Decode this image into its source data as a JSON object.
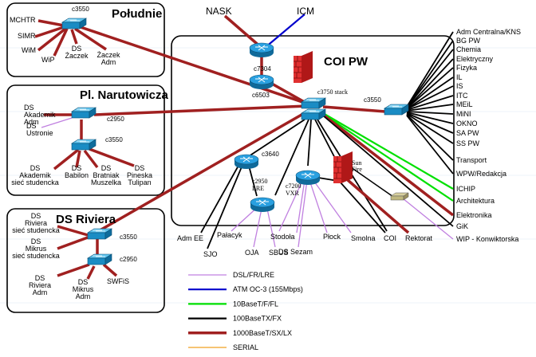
{
  "colors": {
    "dsl": "#c080e0",
    "atm": "#0000cc",
    "eth10": "#00e000",
    "eth100": "#000000",
    "gig": "#a02020",
    "serial": "#f0a020",
    "router_fill": "#1e90c8",
    "switch_fill": "#18a0d8",
    "firewall": "#d02020"
  },
  "regions": {
    "poludnie": "Południe",
    "narutowicza": "Pl. Narutowicza",
    "riviera": "DS Riviera",
    "coi": "COI PW"
  },
  "external": {
    "nask": "NASK",
    "icm": "ICM"
  },
  "devices": {
    "poludnie_switch": "c3550",
    "c7304": "c7304",
    "c6503": "c6503",
    "c3750": "c3750 stack",
    "c3550_right": "c3550",
    "narut_c2950": "c2950",
    "narut_c3550": "c3550",
    "c3640": "c3640",
    "c2950_lre": "c2950\nLRE",
    "c7200": "c7200\nVXR",
    "sunfire": "Sun\nFire",
    "riviera_c3550": "c3550",
    "riviera_c2950": "c2950"
  },
  "poludnie_leaves": [
    "MCHTR",
    "SIMR",
    "WiM",
    "WiP",
    "DS\nŻaczek",
    "Żaczek\nAdm"
  ],
  "narut_leaves": [
    "DS\nAkademik\nAdm",
    "DS\nUstronie",
    "DS\nAkademik\nsieć studencka",
    "DS\nBabilon",
    "DS\nBratniak\nMuszelka",
    "DS\nPineska\nTulipan"
  ],
  "riviera_leaves": [
    "DS\nRiviera\nsieć studencka",
    "DS\nMikrus\nsieć studencka",
    "DS\nRiviera\nAdm",
    "DS\nMikrus\nAdm",
    "SWFiS"
  ],
  "bottom_leaves": [
    "Adm EE",
    "SJO",
    "Pałacyk",
    "OJA",
    "SBUS",
    "Stodoła",
    "DS Sezam",
    "Płock",
    "Smolna",
    "COI",
    "Rektorat"
  ],
  "right_leaves": [
    "Adm Centralna/KNS",
    "BG PW",
    "Chemia",
    "Elektryczny",
    "Fizyka",
    "IL",
    "IS",
    "ITC",
    "MEiL",
    "MiNI",
    "OKNO",
    "SA PW",
    "SS PW",
    "Transport",
    "WPW/Redakcja",
    "ICHIP",
    "Architektura",
    "Elektronika",
    "GiK",
    "WIP - Konwiktorska"
  ],
  "legend": [
    {
      "label": "DSL/FR/LRE",
      "color": "#c080e0",
      "width": "thin"
    },
    {
      "label": "ATM OC-3 (155Mbps)",
      "color": "#0000cc",
      "width": "thick"
    },
    {
      "label": "10BaseT/F/FL",
      "color": "#00e000",
      "width": "thick"
    },
    {
      "label": "100BaseTX/FX",
      "color": "#000000",
      "width": "thick"
    },
    {
      "label": "1000BaseT/SX/LX",
      "color": "#a02020",
      "width": "heavy"
    },
    {
      "label": "SERIAL",
      "color": "#f0a020",
      "width": "thin"
    }
  ]
}
